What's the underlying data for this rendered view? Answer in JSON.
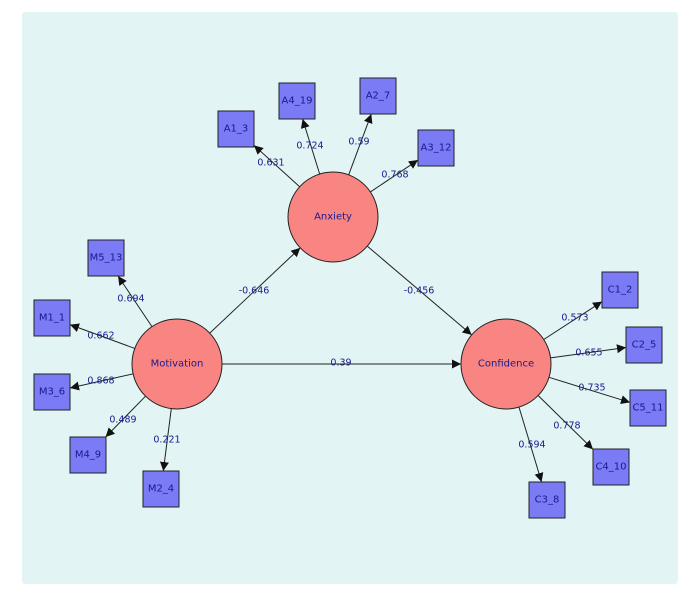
{
  "colors": {
    "panel": "#e2f4f4",
    "construct_fill": "#f88582",
    "indicator_fill": "#7b7bf5",
    "text": "#1a1a8c",
    "edge": "#222222"
  },
  "constructs": [
    {
      "id": "anxiety",
      "label": "Anxiety"
    },
    {
      "id": "motivation",
      "label": "Motivation"
    },
    {
      "id": "confidence",
      "label": "Confidence"
    }
  ],
  "indicators": [
    {
      "id": "a1",
      "label": "A1_3",
      "construct": "anxiety",
      "loading": "0.631"
    },
    {
      "id": "a4",
      "label": "A4_19",
      "construct": "anxiety",
      "loading": "0.724"
    },
    {
      "id": "a2",
      "label": "A2_7",
      "construct": "anxiety",
      "loading": "0.59"
    },
    {
      "id": "a3",
      "label": "A3_12",
      "construct": "anxiety",
      "loading": "0.768"
    },
    {
      "id": "m5",
      "label": "M5_13",
      "construct": "motivation",
      "loading": "0.694"
    },
    {
      "id": "m1",
      "label": "M1_1",
      "construct": "motivation",
      "loading": "0.662"
    },
    {
      "id": "m3",
      "label": "M3_6",
      "construct": "motivation",
      "loading": "0.868"
    },
    {
      "id": "m4",
      "label": "M4_9",
      "construct": "motivation",
      "loading": "0.489"
    },
    {
      "id": "m2",
      "label": "M2_4",
      "construct": "motivation",
      "loading": "0.221"
    },
    {
      "id": "c1",
      "label": "C1_2",
      "construct": "confidence",
      "loading": "0.573"
    },
    {
      "id": "c2",
      "label": "C2_5",
      "construct": "confidence",
      "loading": "0.655"
    },
    {
      "id": "c5",
      "label": "C5_11",
      "construct": "confidence",
      "loading": "0.735"
    },
    {
      "id": "c4",
      "label": "C4_10",
      "construct": "confidence",
      "loading": "0.778"
    },
    {
      "id": "c3",
      "label": "C3_8",
      "construct": "confidence",
      "loading": "0.594"
    }
  ],
  "paths": [
    {
      "from": "motivation",
      "to": "anxiety",
      "coefficient": "-0.646"
    },
    {
      "from": "anxiety",
      "to": "confidence",
      "coefficient": "-0.456"
    },
    {
      "from": "motivation",
      "to": "confidence",
      "coefficient": "0.39"
    }
  ]
}
